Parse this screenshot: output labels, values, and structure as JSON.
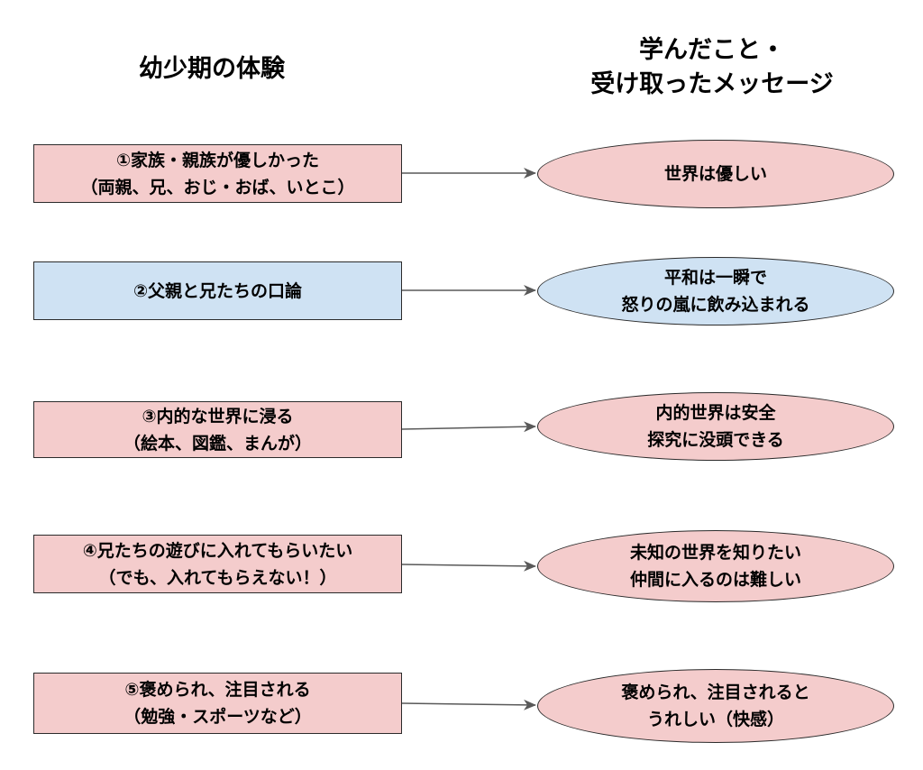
{
  "headings": {
    "experience": "幼少期の体験",
    "lesson_line1": "学んだこと・",
    "lesson_line2": "受け取ったメッセージ"
  },
  "colors": {
    "pink": "#f4cccc",
    "blue": "#cfe2f3",
    "stroke": "#2b2b2b",
    "arrow": "#595959"
  },
  "rows": [
    {
      "experience": [
        "①家族・親族が優しかった",
        "（両親、兄、おじ・おば、いとこ）"
      ],
      "lesson": [
        "世界は優しい"
      ],
      "fill": "pink"
    },
    {
      "experience": [
        "②父親と兄たちの口論"
      ],
      "lesson": [
        "平和は一瞬で",
        "怒りの嵐に飲み込まれる"
      ],
      "fill": "blue"
    },
    {
      "experience": [
        "③内的な世界に浸る",
        "（絵本、図鑑、まんが）"
      ],
      "lesson": [
        "内的世界は安全",
        "探究に没頭できる"
      ],
      "fill": "pink"
    },
    {
      "experience": [
        "④兄たちの遊びに入れてもらいたい",
        "（でも、入れてもらえない！）"
      ],
      "lesson": [
        "未知の世界を知りたい",
        "仲間に入るのは難しい"
      ],
      "fill": "pink"
    },
    {
      "experience": [
        "⑤褒められ、注目される",
        "（勉強・スポーツなど）"
      ],
      "lesson": [
        "褒められ、注目されると",
        "うれしい（快感）"
      ],
      "fill": "pink"
    }
  ]
}
